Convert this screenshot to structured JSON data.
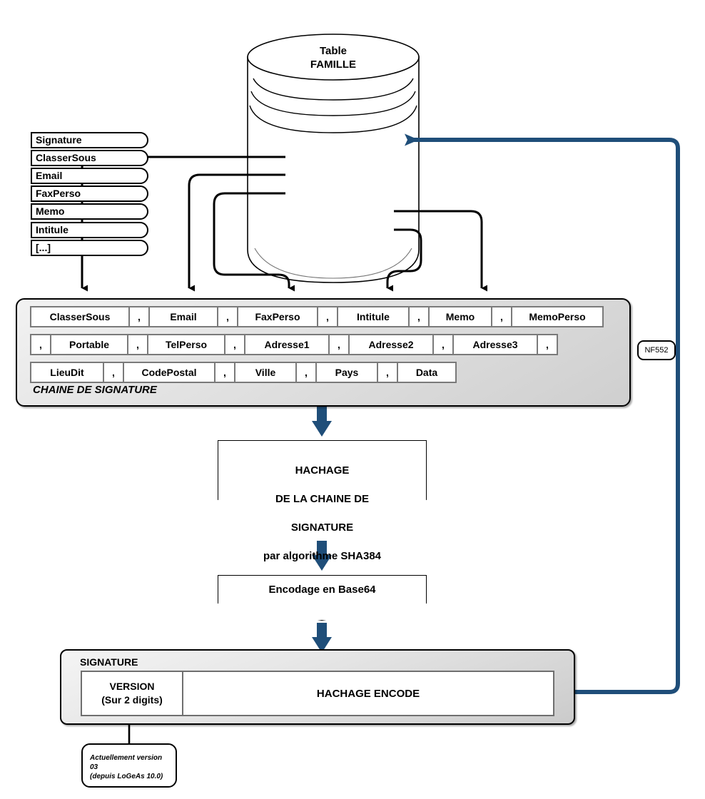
{
  "diagram": {
    "title_lines": "Table\nFAMILLE",
    "accent_blue": "#1F4E79",
    "line_black": "#000000",
    "panel_gray": "#d5d5d5"
  },
  "database": {
    "table_label": "Table",
    "table_name": "FAMILLE",
    "fields": [
      {
        "name": "Signature"
      },
      {
        "name": "ClasserSous"
      },
      {
        "name": "Email"
      },
      {
        "name": "FaxPerso"
      },
      {
        "name": "Memo"
      },
      {
        "name": "Intitule"
      },
      {
        "name": "[...]"
      }
    ]
  },
  "chain": {
    "caption": "CHAINE DE SIGNATURE",
    "rows": [
      [
        {
          "text": "ClasserSous",
          "w": 136,
          "sep": false
        },
        {
          "text": ",",
          "w": 26,
          "sep": true
        },
        {
          "text": "Email",
          "w": 94,
          "sep": false
        },
        {
          "text": ",",
          "w": 26,
          "sep": true
        },
        {
          "text": "FaxPerso",
          "w": 110,
          "sep": false
        },
        {
          "text": ",",
          "w": 26,
          "sep": true
        },
        {
          "text": "Intitule",
          "w": 98,
          "sep": false
        },
        {
          "text": ",",
          "w": 26,
          "sep": true
        },
        {
          "text": "Memo",
          "w": 86,
          "sep": false
        },
        {
          "text": ",",
          "w": 26,
          "sep": true
        },
        {
          "text": "MemoPerso",
          "w": 126,
          "sep": false
        }
      ],
      [
        {
          "text": ",",
          "w": 26,
          "sep": true
        },
        {
          "text": "Portable",
          "w": 106,
          "sep": false
        },
        {
          "text": ",",
          "w": 26,
          "sep": true
        },
        {
          "text": "TelPerso",
          "w": 106,
          "sep": false
        },
        {
          "text": ",",
          "w": 26,
          "sep": true
        },
        {
          "text": "Adresse1",
          "w": 116,
          "sep": false
        },
        {
          "text": ",",
          "w": 26,
          "sep": true
        },
        {
          "text": "Adresse2",
          "w": 116,
          "sep": false
        },
        {
          "text": ",",
          "w": 26,
          "sep": true
        },
        {
          "text": "Adresse3",
          "w": 116,
          "sep": false
        },
        {
          "text": ",",
          "w": 26,
          "sep": true
        }
      ],
      [
        {
          "text": "LieuDit",
          "w": 100,
          "sep": false
        },
        {
          "text": ",",
          "w": 26,
          "sep": true
        },
        {
          "text": "CodePostal",
          "w": 126,
          "sep": false
        },
        {
          "text": ",",
          "w": 26,
          "sep": true
        },
        {
          "text": "Ville",
          "w": 84,
          "sep": false
        },
        {
          "text": ",",
          "w": 26,
          "sep": true
        },
        {
          "text": "Pays",
          "w": 84,
          "sep": false
        },
        {
          "text": ",",
          "w": 26,
          "sep": true
        },
        {
          "text": "Data",
          "w": 80,
          "sep": false
        }
      ]
    ]
  },
  "hash_step": {
    "line1": "HACHAGE",
    "line2": "DE LA CHAINE DE",
    "line3": "SIGNATURE",
    "line4": "par algorithme SHA384"
  },
  "encode_step": {
    "label": "Encodage en Base64"
  },
  "signature": {
    "title": "SIGNATURE",
    "version_line1": "VERSION",
    "version_line2": "(Sur 2 digits)",
    "hash_label": "HACHAGE ENCODE"
  },
  "footnote": {
    "text": "Actuellement version 03\n(depuis LoGeAs 10.0)"
  },
  "badge": {
    "label": "NF552"
  }
}
